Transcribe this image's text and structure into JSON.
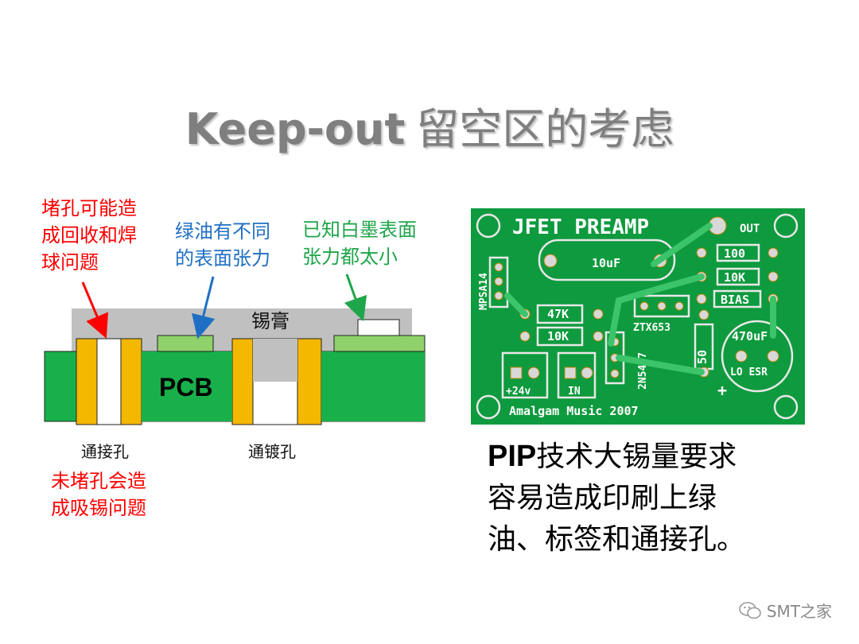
{
  "title": {
    "en": "Keep-out",
    "cn": "留空区的考虑"
  },
  "annotations": {
    "plug_hole": [
      "堵孔可能造",
      "成回收和焊",
      "球问题"
    ],
    "solder_mask": [
      "绿油有不同",
      "的表面张力"
    ],
    "silkscreen": [
      "已知白墨表面",
      "张力都太小"
    ],
    "unplugged": [
      "未堵孔会造",
      "成吸锡问题"
    ]
  },
  "labels": {
    "solder_paste": "锡膏",
    "pcb": "PCB",
    "through_hole": "通接孔",
    "plated_hole": "通镀孔"
  },
  "board": {
    "title": "JFET PREAMP",
    "out": "OUT",
    "cap1": "10uF",
    "r100": "100",
    "r10k_a": "10K",
    "bias": "BIAS",
    "r47k": "47K",
    "r10k_b": "10K",
    "mpsa": "MPSA14",
    "ztx": "ZTX653",
    "r50": "50",
    "cap2": "470uF",
    "lo_esr": "LO  ESR",
    "plus": "+",
    "in24": "+24v",
    "in": "IN",
    "jfet": "2N5457",
    "footer": "Amalgam  Music  2007"
  },
  "pip_text": {
    "bold": "PIP",
    "line1": "技术大锡量要求",
    "line2": "容易造成印刷上绿",
    "line3": "油、标签和通接孔。"
  },
  "watermark": "SMT之家",
  "colors": {
    "red": "#ff0000",
    "blue": "#1f6fc4",
    "green": "#1fa64a",
    "pcb": "#19b04b",
    "pad": "#f5b800",
    "paste": "#c0c0c0",
    "board": "#0e9a3e"
  }
}
